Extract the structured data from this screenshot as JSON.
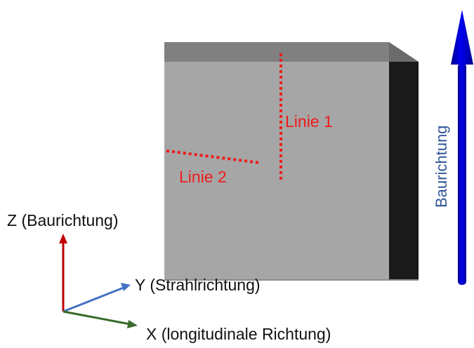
{
  "labels": {
    "line1": "Linie 1",
    "line2": "Linie 2",
    "build_direction": "Baurichtung",
    "axis_z": "Z (Baurichtung)",
    "axis_y": "Y (Strahlrichtung)",
    "axis_x": "X (longitudinale Richtung)"
  },
  "colors": {
    "block_front": "#a6a6a6",
    "block_top": "#808080",
    "block_side": "#1a1a1a",
    "measurement_line": "#ee1c1c",
    "build_arrow": "#0000f0",
    "axis_z": "#c00000",
    "axis_y": "#4472c4",
    "axis_x": "#3a6b2a"
  }
}
